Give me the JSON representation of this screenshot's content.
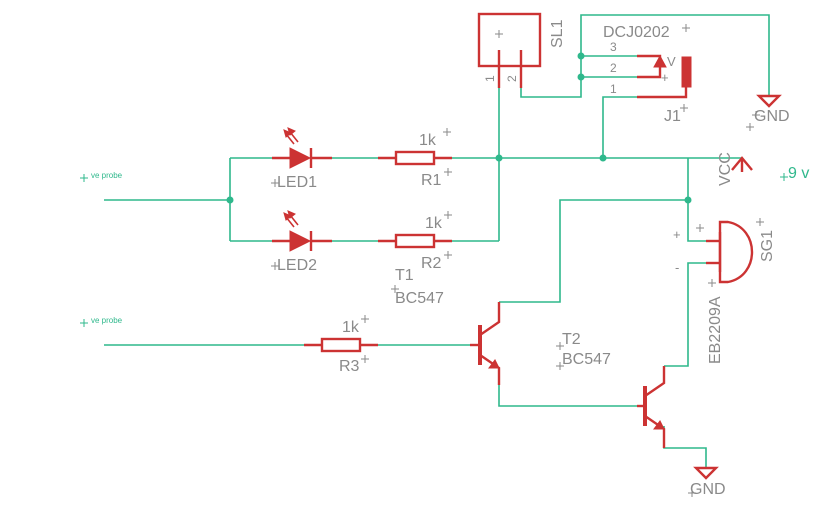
{
  "probes": {
    "top_text": "ve probe",
    "bottom_text": "ve probe"
  },
  "led1": {
    "name": "LED1"
  },
  "led2": {
    "name": "LED2"
  },
  "r1": {
    "name": "R1",
    "value": "1k"
  },
  "r2": {
    "name": "R2",
    "value": "1k"
  },
  "r3": {
    "name": "R3",
    "value": "1k"
  },
  "t1": {
    "name": "T1",
    "value": "BC547"
  },
  "t2": {
    "name": "T2",
    "value": "BC547"
  },
  "sl1": {
    "name": "SL1",
    "pin1": "1",
    "pin2": "2"
  },
  "j1": {
    "name": "J1",
    "value": "DCJ0202",
    "pin1": "1",
    "pin2": "2",
    "pin3": "3",
    "mark_v": "V",
    "mark_plus": "+"
  },
  "sg1": {
    "name": "SG1",
    "value": "EB2209A",
    "plus": "+",
    "minus": "-"
  },
  "vcc": {
    "label": "VCC",
    "voltage": "9 v"
  },
  "gnd": {
    "top": "GND",
    "bottom": "GND"
  }
}
